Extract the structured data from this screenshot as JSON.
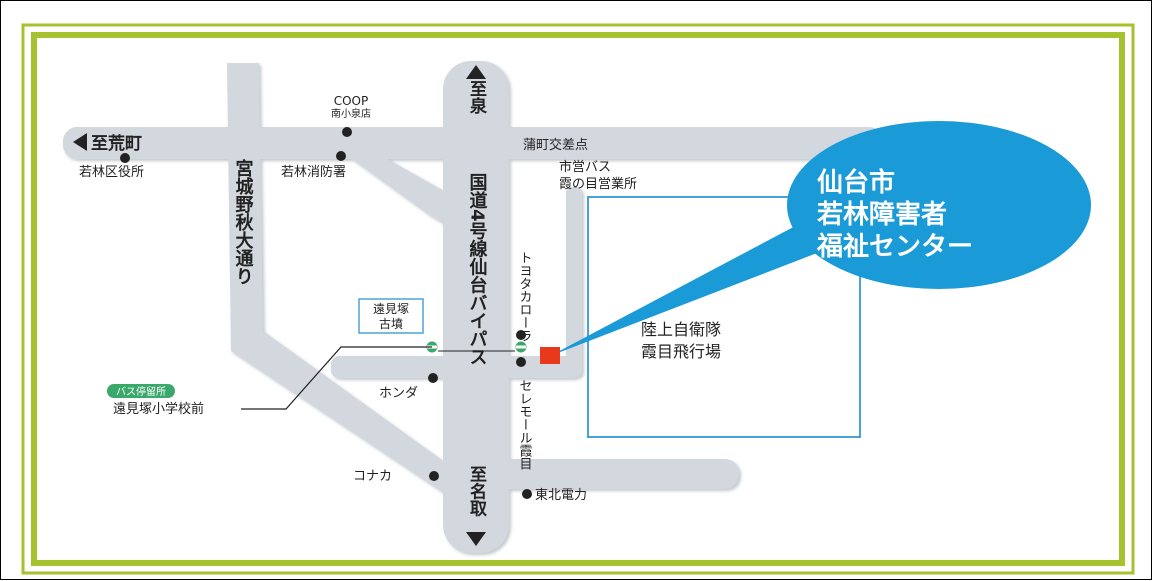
{
  "map": {
    "directions": {
      "north": "至泉",
      "west": "至荒町",
      "south": "至名取"
    },
    "roads": {
      "bypass": "国道4号線仙台バイパス",
      "miyagino": "宮城野秋大通り"
    },
    "landmarks": {
      "coop_name": "COOP",
      "coop_branch": "南小泉店",
      "wakabayashi_ward_office": "若林区役所",
      "fire_station": "若林消防署",
      "kamacho_intersection": "蒲町交差点",
      "bus_office_line1": "市営バス",
      "bus_office_line2": "霞の目営業所",
      "toyota": "トヨタカローラ",
      "tomizuka_line1": "遠見塚",
      "tomizuka_line2": "古墳",
      "honda": "ホンダ",
      "selemall": "セレモール霞目",
      "konaka": "コナカ",
      "tohoku_electric": "東北電力",
      "airfield_line1": "陸上自衛隊",
      "airfield_line2": "霞目飛行場",
      "bus_stop_tag": "バス停留所",
      "bus_stop_name": "遠見塚小学校前"
    },
    "destination": {
      "line1": "仙台市",
      "line2": "若林障害者",
      "line3": "福祉センター"
    },
    "colors": {
      "frame_green": "#a6c22e",
      "road_gray": "#d3d8de",
      "callout_blue": "#1a9ad6",
      "airfield_outline": "#4aa3d8",
      "destination_red": "#e8391d",
      "bus_stop_green": "#3aa86b"
    }
  }
}
